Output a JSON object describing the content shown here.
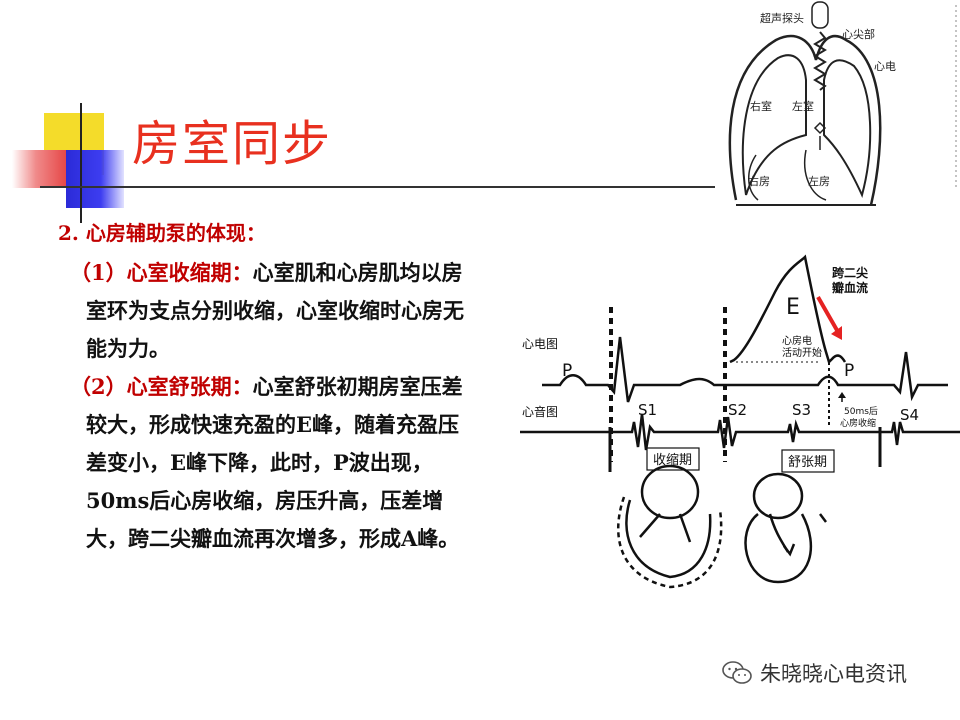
{
  "slide": {
    "title": "房室同步",
    "section_heading": "2. 心房辅助泵的体现：",
    "paragraphs": [
      {
        "lead": "（1）心室收缩期：",
        "body": "心室肌和心房肌均以房室环为支点分别收缩，心室收缩时心房无能为力。"
      },
      {
        "lead": "（2）心室舒张期：",
        "body": "心室舒张初期房室压差较大，形成快速充盈的E峰，随着充盈压差变小，E峰下降，此时，P波出现，50ms后心房收缩，房压升高，压差增大，跨二尖瓣血流再次增多，形成A峰。"
      }
    ]
  },
  "heart_figure": {
    "probe": "超声探头",
    "apex": "心尖部",
    "ecg": "心电",
    "rv": "右室",
    "lv": "左室",
    "ra": "右房",
    "la": "左房"
  },
  "diagram": {
    "ecg_label": "心电图",
    "pcg_label": "心音图",
    "p_wave_1": "P",
    "p_wave_2": "P",
    "e_peak": "E",
    "mitral_flow_line1": "跨二尖",
    "mitral_flow_line2": "瓣血流",
    "atrial_activity_line1": "心房电",
    "atrial_activity_line2": "活动开始",
    "delay_line1": "50ms后",
    "delay_line2": "心房收缩",
    "s1": "S1",
    "s2": "S2",
    "s3": "S3",
    "s4": "S4",
    "systole": "收缩期",
    "diastole": "舒张期"
  },
  "watermark": {
    "text": "朱晓晓心电资讯",
    "icon": "wechat-icon"
  },
  "colors": {
    "title": "#e8301f",
    "accent": "#c00000",
    "arrow": "#e52222"
  }
}
